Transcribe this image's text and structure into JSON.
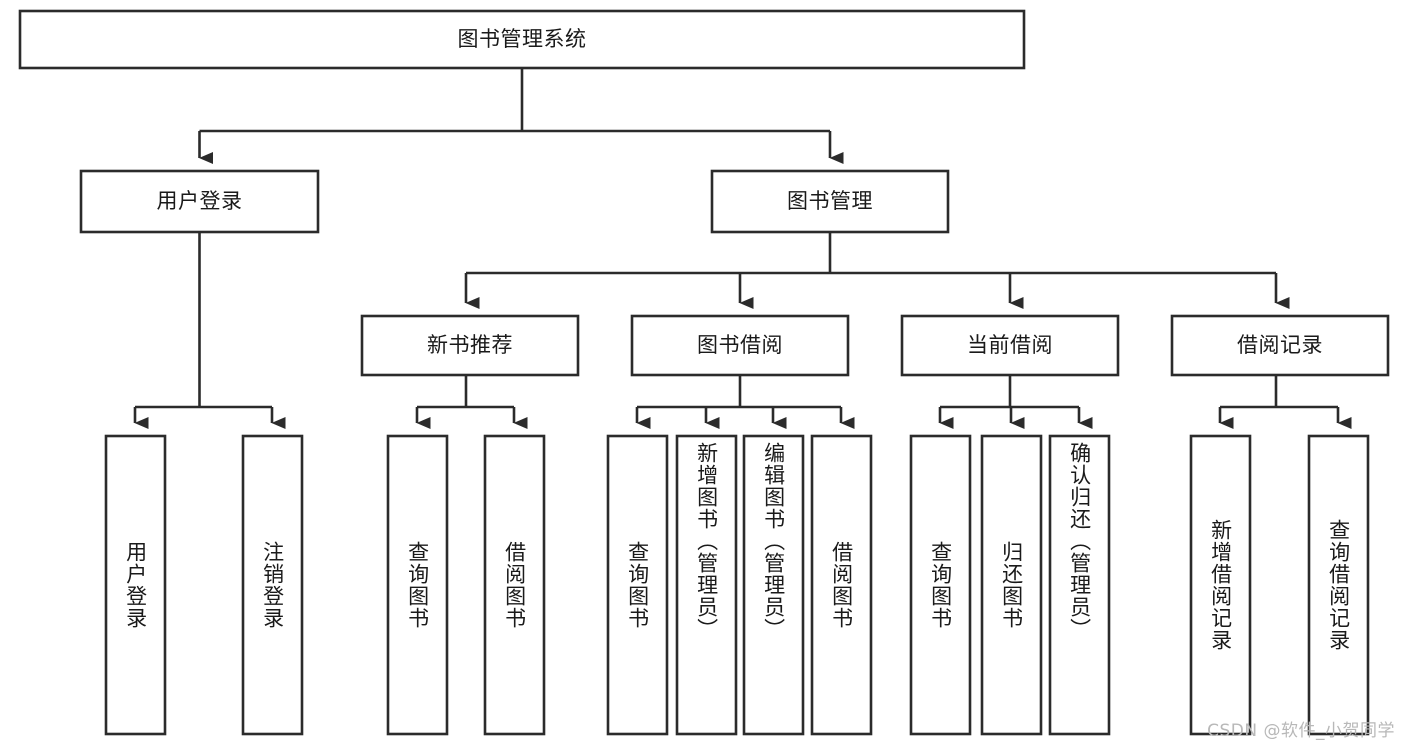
{
  "diagram": {
    "type": "tree",
    "title": "图书管理系统",
    "watermark": "CSDN @软件_小贺同学",
    "colors": {
      "box_stroke": "#2b2b2b",
      "box_fill": "#ffffff",
      "text": "#1a1a1a",
      "background": "#ffffff",
      "watermark": "#b8b8b8"
    },
    "root": {
      "label": "图书管理系统"
    },
    "level1": [
      {
        "label": "用户登录"
      },
      {
        "label": "图书管理"
      }
    ],
    "level2": [
      {
        "label": "新书推荐"
      },
      {
        "label": "图书借阅"
      },
      {
        "label": "当前借阅"
      },
      {
        "label": "借阅记录"
      }
    ],
    "leaves": {
      "user_login": [
        {
          "label": "用户登录"
        },
        {
          "label": "注销登录"
        }
      ],
      "new_book_recommend": [
        {
          "label": "查询图书"
        },
        {
          "label": "借阅图书"
        }
      ],
      "book_borrow": [
        {
          "label": "查询图书"
        },
        {
          "label": "新增图书（管理员）"
        },
        {
          "label": "编辑图书（管理员）"
        },
        {
          "label": "借阅图书"
        }
      ],
      "current_borrow": [
        {
          "label": "查询图书"
        },
        {
          "label": "归还图书"
        },
        {
          "label": "确认归还（管理员）"
        }
      ],
      "borrow_record": [
        {
          "label": "新增借阅记录"
        },
        {
          "label": "查询借阅记录"
        }
      ]
    }
  }
}
